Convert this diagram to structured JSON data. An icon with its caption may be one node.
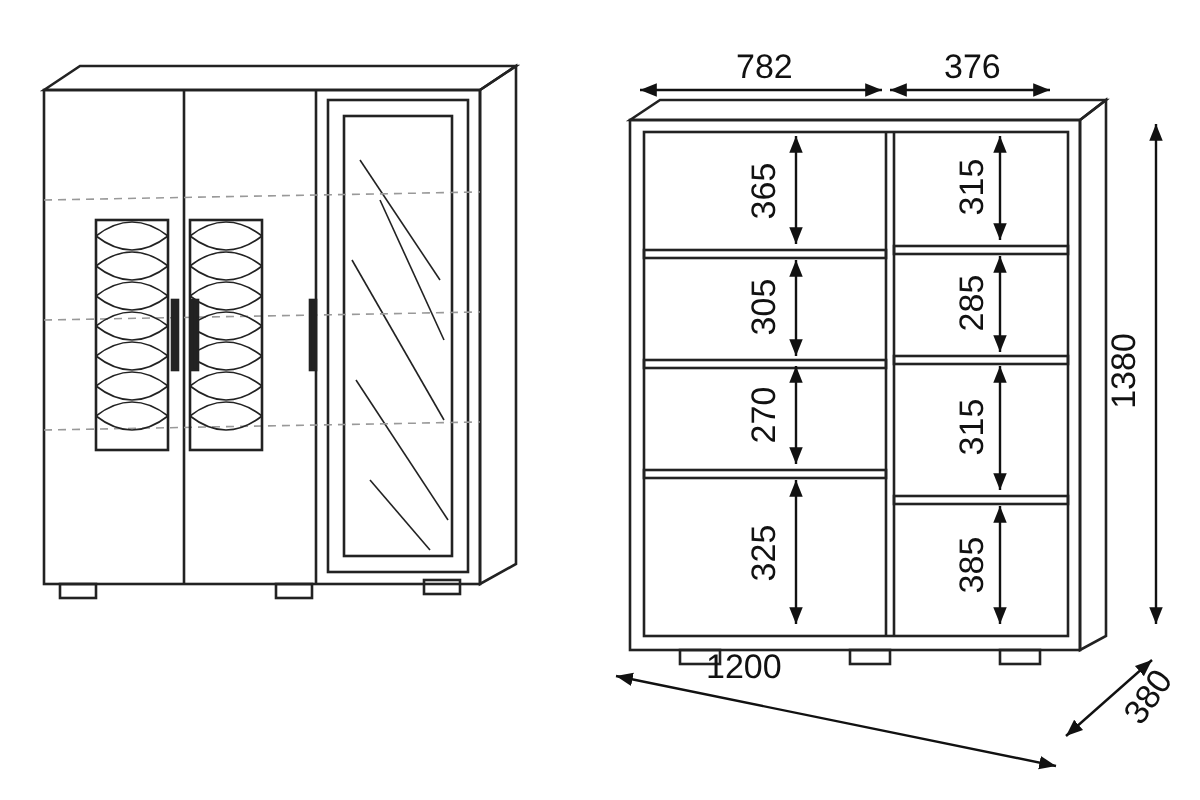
{
  "diagram": {
    "labels": [
      "782",
      "376",
      "365",
      "315",
      "305",
      "285",
      "270",
      "315",
      "325",
      "385",
      "1380",
      "1200",
      "380"
    ]
  }
}
